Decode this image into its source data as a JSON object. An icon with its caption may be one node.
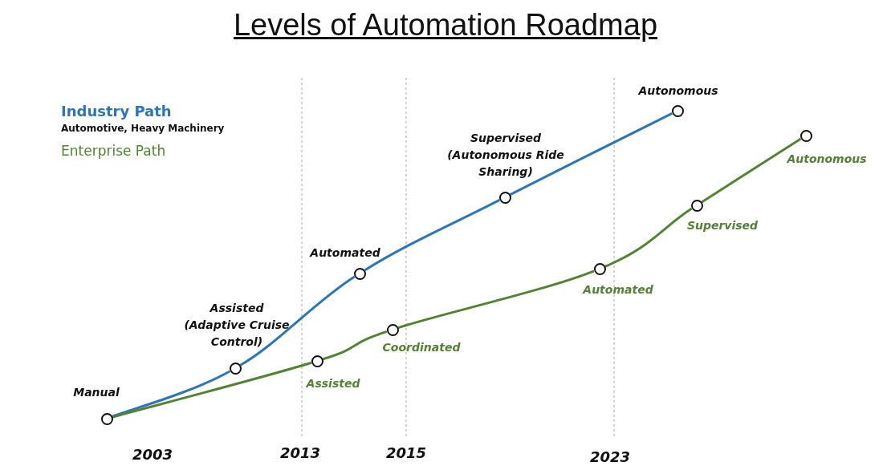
{
  "diagram": {
    "title": "Levels of Automation Roadmap",
    "nodes": [
      {
        "text": [],
        "shape": "circle",
        "beside": [
          "Manual"
        ]
      },
      {
        "text": [],
        "shape": "circle",
        "beside": [
          "Assisted (Adaptive Cruise Control)"
        ]
      },
      {
        "text": [],
        "shape": "circle",
        "beside": [
          "Automated"
        ]
      },
      {
        "text": [],
        "shape": "circle",
        "beside": [
          "Supervised (Autonomous Ride Sharing)"
        ]
      },
      {
        "text": [],
        "shape": "circle",
        "beside": [
          "Autonomous"
        ]
      },
      {
        "text": [],
        "shape": "circle",
        "beside": [
          "Assisted"
        ]
      },
      {
        "text": [],
        "shape": "circle",
        "beside": [
          "Coordinated"
        ]
      },
      {
        "text": [],
        "shape": "circle",
        "beside": [
          "Automated"
        ]
      },
      {
        "text": [],
        "shape": "circle",
        "beside": [
          "Supervised"
        ]
      },
      {
        "text": [],
        "shape": "circle",
        "beside": [
          "Autonomous"
        ]
      }
    ],
    "edges": [
      {
        "from": 0,
        "to": 1,
        "arrow": "none",
        "color": "#2e75b6"
      },
      {
        "from": 1,
        "to": 2,
        "arrow": "none",
        "color": "#2e75b6"
      },
      {
        "from": 2,
        "to": 3,
        "arrow": "none",
        "color": "#2e75b6"
      },
      {
        "from": 3,
        "to": 4,
        "arrow": "none",
        "color": "#2e75b6"
      },
      {
        "from": 0,
        "to": 5,
        "arrow": "none",
        "color": "#548235"
      },
      {
        "from": 5,
        "to": 6,
        "arrow": "none",
        "color": "#548235"
      },
      {
        "from": 6,
        "to": 7,
        "arrow": "none",
        "color": "#548235"
      },
      {
        "from": 7,
        "to": 8,
        "arrow": "none",
        "color": "#548235"
      },
      {
        "from": 8,
        "to": 9,
        "arrow": "none",
        "color": "#548235"
      }
    ],
    "labels": [
      "Automotive, Heavy Machinery",
      "2003",
      "2013",
      "2015",
      "2023"
    ],
    "legend": [
      {
        "text": "Industry Path",
        "color": "#2e75b6"
      },
      {
        "text": "Enterprise Path",
        "color": "#548235"
      }
    ]
  }
}
